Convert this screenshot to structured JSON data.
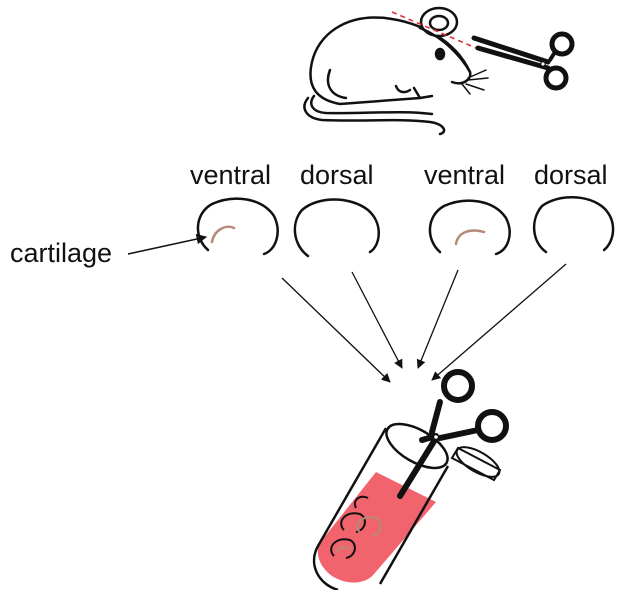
{
  "labels": {
    "left_ventral": "ventral",
    "left_dorsal": "dorsal",
    "right_ventral": "ventral",
    "right_dorsal": "dorsal",
    "cartilage": "cartilage"
  },
  "colors": {
    "ink": "#111111",
    "cut_line": "#e0303a",
    "cartilage": "#b58a78",
    "tube_fluid": "#f2646d"
  },
  "icons": [
    "mouse-icon",
    "scissors-icon",
    "ear-piece-icon",
    "tube-icon"
  ]
}
